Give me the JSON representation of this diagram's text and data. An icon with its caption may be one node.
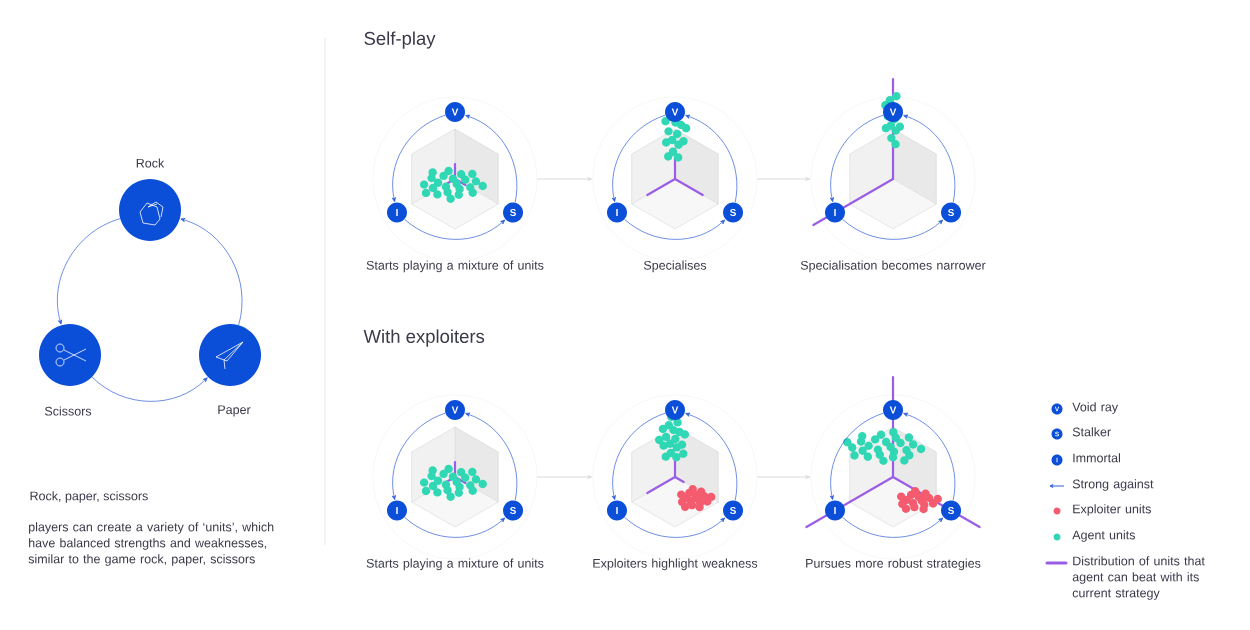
{
  "diagram": {
    "nodes": [
      {
        "text": [
          "Rock"
        ]
      },
      {
        "text": [
          "Scissors"
        ]
      },
      {
        "text": [
          "Paper"
        ]
      },
      {
        "text": [],
        "shape": "picture",
        "beside": [
          "Starts playing a mixture of units"
        ]
      },
      {
        "text": [
          "V"
        ],
        "in": 3
      },
      {
        "text": [
          "I"
        ],
        "in": 3
      },
      {
        "text": [
          "S"
        ],
        "in": 3
      },
      {
        "text": [],
        "shape": "picture",
        "beside": [
          "Specialises"
        ]
      },
      {
        "text": [
          "V"
        ],
        "in": 7
      },
      {
        "text": [
          "I"
        ],
        "in": 7
      },
      {
        "text": [
          "S"
        ],
        "in": 7
      },
      {
        "text": [],
        "shape": "picture",
        "beside": [
          "Specialisation becomes narrower"
        ]
      },
      {
        "text": [
          "V"
        ],
        "in": 11
      },
      {
        "text": [
          "I"
        ],
        "in": 11
      },
      {
        "text": [
          "S"
        ],
        "in": 11
      },
      {
        "text": [],
        "shape": "picture",
        "beside": [
          "Starts playing a mixture of units"
        ]
      },
      {
        "text": [
          "V"
        ],
        "in": 15
      },
      {
        "text": [
          "I"
        ],
        "in": 15
      },
      {
        "text": [
          "S"
        ],
        "in": 15
      },
      {
        "text": [],
        "shape": "picture",
        "beside": [
          "Exploiters highlight weakness"
        ]
      },
      {
        "text": [
          "V"
        ],
        "in": 19
      },
      {
        "text": [
          "I"
        ],
        "in": 19
      },
      {
        "text": [
          "S"
        ],
        "in": 19
      },
      {
        "text": [],
        "shape": "picture",
        "beside": [
          "Pursues more robust strategies"
        ]
      },
      {
        "text": [
          "V"
        ],
        "in": 23
      },
      {
        "text": [
          "I"
        ],
        "in": 23
      },
      {
        "text": [
          "S"
        ],
        "in": 23
      }
    ],
    "edges": [
      {
        "from": 0,
        "to": 1,
        "arrow": "to"
      },
      {
        "from": 1,
        "to": 2,
        "arrow": "to"
      },
      {
        "from": 2,
        "to": 0,
        "arrow": "to"
      },
      {
        "from": 4,
        "to": 5,
        "arrow": "to"
      },
      {
        "from": 5,
        "to": 6,
        "arrow": "to"
      },
      {
        "from": 6,
        "to": 4,
        "arrow": "to"
      },
      {
        "from": 8,
        "to": 9,
        "arrow": "to"
      },
      {
        "from": 9,
        "to": 10,
        "arrow": "to"
      },
      {
        "from": 10,
        "to": 8,
        "arrow": "to"
      },
      {
        "from": 12,
        "to": 13,
        "arrow": "to"
      },
      {
        "from": 13,
        "to": 14,
        "arrow": "to"
      },
      {
        "from": 14,
        "to": 12,
        "arrow": "to"
      },
      {
        "from": 16,
        "to": 17,
        "arrow": "to"
      },
      {
        "from": 17,
        "to": 18,
        "arrow": "to"
      },
      {
        "from": 18,
        "to": 16,
        "arrow": "to"
      },
      {
        "from": 20,
        "to": 21,
        "arrow": "to"
      },
      {
        "from": 21,
        "to": 22,
        "arrow": "to"
      },
      {
        "from": 22,
        "to": 20,
        "arrow": "to"
      },
      {
        "from": 24,
        "to": 25,
        "arrow": "to"
      },
      {
        "from": 25,
        "to": 26,
        "arrow": "to"
      },
      {
        "from": 26,
        "to": 24,
        "arrow": "to"
      },
      {
        "from": 3,
        "to": 7,
        "arrow": "to",
        "color": "#dcdcdc"
      },
      {
        "from": 7,
        "to": 11,
        "arrow": "to",
        "color": "#dcdcdc"
      },
      {
        "from": 15,
        "to": 19,
        "arrow": "to",
        "color": "#dcdcdc"
      },
      {
        "from": 19,
        "to": 23,
        "arrow": "to",
        "color": "#dcdcdc"
      }
    ],
    "labels": [
      "Self-play",
      "With exploiters",
      "Rock, paper, scissors",
      "players can create a variety of ‘units’, which have balanced strengths and weaknesses, similar to the game rock, paper, scissors",
      "V",
      "S",
      "I"
    ],
    "legend": [
      {
        "text": "Void ray"
      },
      {
        "text": "Stalker"
      },
      {
        "text": "Immortal"
      },
      {
        "text": "Strong against"
      },
      {
        "text": "Exploiter units",
        "color": "#f45b6e"
      },
      {
        "text": "Agent units",
        "color": "#2fd7b4"
      },
      {
        "text": "Distribution of units that agent can beat with its current strategy"
      }
    ]
  }
}
